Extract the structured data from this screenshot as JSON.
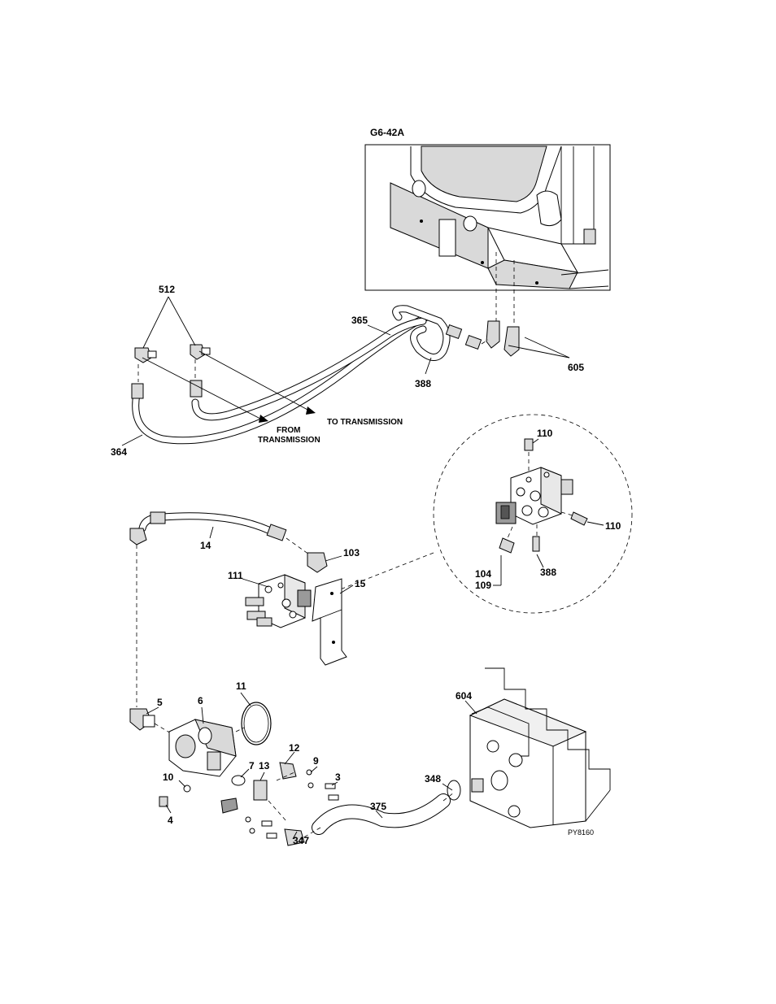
{
  "figure": {
    "inset_title": "G6-42A",
    "figure_code": "PY8160"
  },
  "callouts": {
    "c512": "512",
    "c365": "365",
    "c605": "605",
    "c388a": "388",
    "c364": "364",
    "from_transmission_1": "FROM",
    "from_transmission_2": "TRANSMISSION",
    "to_transmission": "TO TRANSMISSION",
    "c110a": "110",
    "c110b": "110",
    "c104": "104",
    "c109": "109",
    "c388b": "388",
    "c14": "14",
    "c103": "103",
    "c111": "111",
    "c15": "15",
    "c11": "11",
    "c5": "5",
    "c6": "6",
    "c604": "604",
    "c12": "12",
    "c9": "9",
    "c7": "7",
    "c13": "13",
    "c3": "3",
    "c10": "10",
    "c348": "348",
    "c375": "375",
    "c4": "4",
    "c347": "347"
  }
}
